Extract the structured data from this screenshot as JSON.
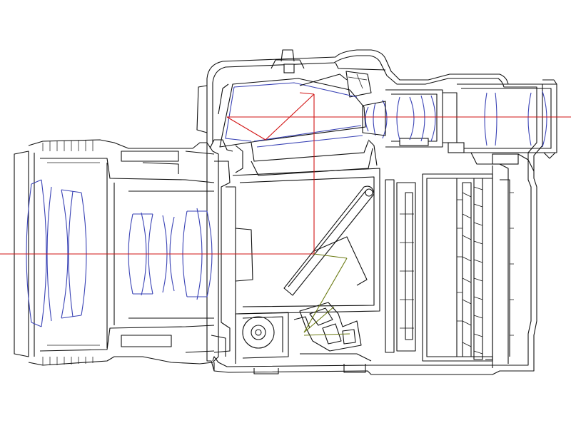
{
  "diagram": {
    "subject": "dslr-camera-cross-section",
    "colors": {
      "outline": "#111111",
      "lens_elements": "#3a43b5",
      "optical_path": "#d21414",
      "autofocus_path": "#6b7a12",
      "background": "#ffffff"
    },
    "icons": [
      "camera-body",
      "lens-barrel",
      "pentaprism",
      "eyepiece",
      "reflex-mirror",
      "sub-mirror",
      "af-sensor",
      "shutter",
      "image-sensor",
      "circuit-board"
    ]
  }
}
